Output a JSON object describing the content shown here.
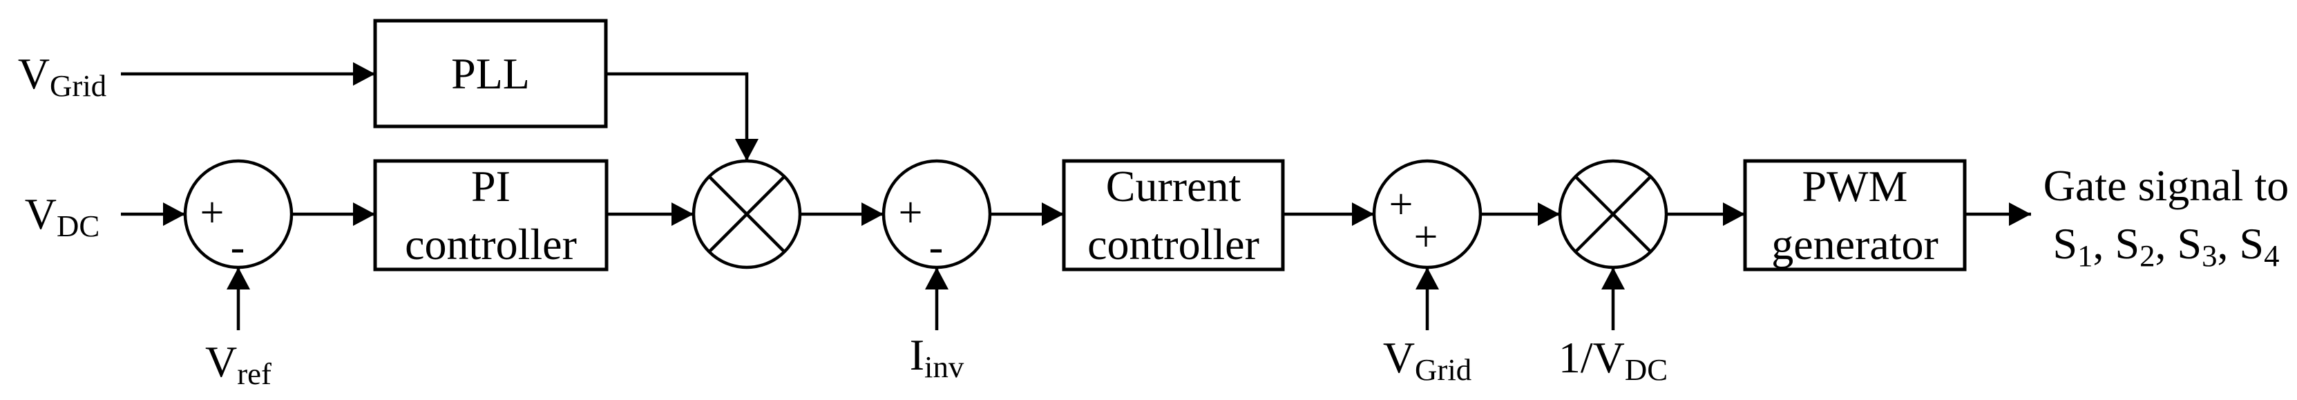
{
  "diagram": {
    "background_color": "#ffffff",
    "line_color": "#000000",
    "labels": {
      "v_grid_in": "V_{Grid}",
      "v_dc_in": "V_{DC}",
      "v_ref": "V_{ref}",
      "i_inv": "I_{inv}",
      "v_grid_feedforward": "V_{Grid}",
      "inv_v_dc": "1/V_{DC}"
    },
    "blocks": {
      "pll": {
        "line1": "PLL"
      },
      "pi": {
        "line1": "PI",
        "line2": "controller"
      },
      "current": {
        "line1": "Current",
        "line2": "controller"
      },
      "pwm": {
        "line1": "PWM",
        "line2": "generator"
      }
    },
    "junctions": {
      "sum1": {
        "sign_left": "+",
        "sign_bottom": "-"
      },
      "sum2": {
        "sign_left": "+",
        "sign_bottom": "-"
      },
      "sum3": {
        "sign_left": "+",
        "sign_bottom": "+"
      }
    },
    "output": {
      "line1": "Gate signal to",
      "line2": "S_{1}, S_{2}, S_{3}, S_{4}"
    },
    "icons": {
      "multiplier": "multiply-cross-in-circle",
      "arrowhead": "filled-triangle"
    }
  }
}
